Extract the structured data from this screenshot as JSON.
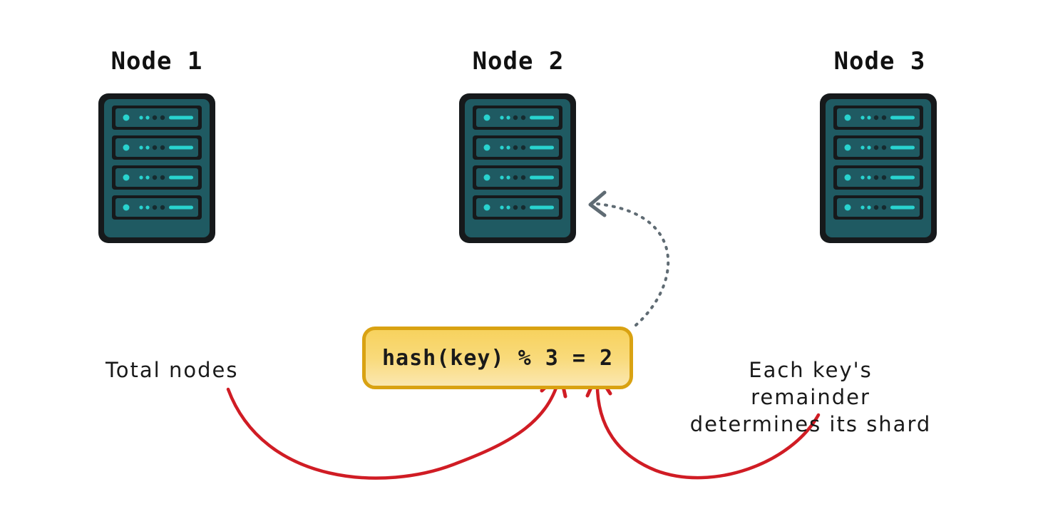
{
  "nodes": [
    {
      "label": "Node 1"
    },
    {
      "label": "Node 2"
    },
    {
      "label": "Node 3"
    }
  ],
  "formula": "hash(key) % 3 = 2",
  "notes": {
    "left": "Total nodes",
    "right_line1": "Each key's remainder",
    "right_line2": "determines its shard"
  },
  "colors": {
    "server_body": "#1f5a62",
    "server_frame": "#16191b",
    "server_led": "#29d3cf",
    "formula_fill": "#f8d66c",
    "formula_border": "#d9a212",
    "red_arrow": "#d01c24",
    "dotted_arrow": "#5f6b73"
  },
  "icons": [
    "server-icon",
    "dotted-curved-arrow-icon",
    "red-curved-arrow-icon"
  ]
}
